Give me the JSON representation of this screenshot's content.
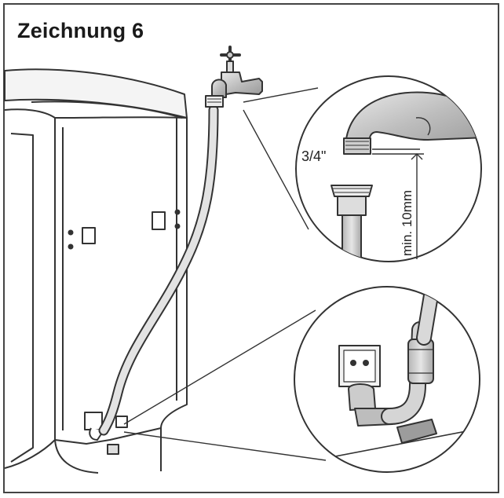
{
  "title": "Zeichnung 6",
  "labels": {
    "thread_size": "3/4\"",
    "min_distance": "min. 10mm"
  },
  "colors": {
    "outline": "#333333",
    "hose_fill": "#d9d9d9",
    "tap_fill": "#c8c8c8",
    "background": "#ffffff"
  }
}
